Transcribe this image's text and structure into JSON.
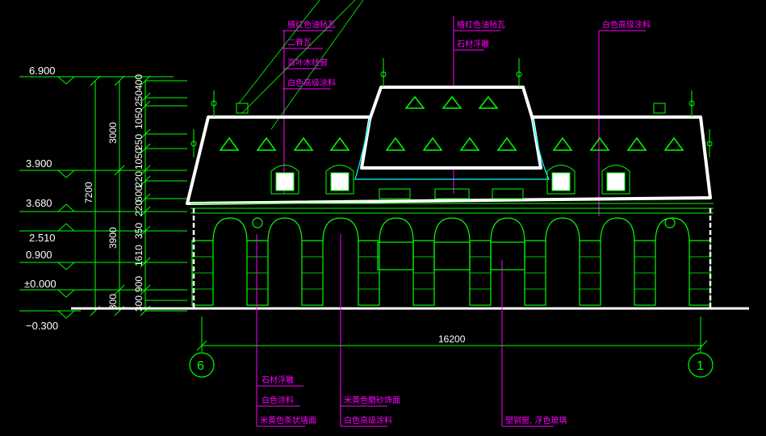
{
  "levels": [
    {
      "label": "6.900"
    },
    {
      "label": "3.900"
    },
    {
      "label": "3.680"
    },
    {
      "label": "2.510"
    },
    {
      "label": "0.900"
    },
    {
      "label": "±0.000"
    },
    {
      "label": "−0.300"
    }
  ],
  "dims_outer": [
    "7200"
  ],
  "dims_mid": [
    "3000",
    "3900",
    "300"
  ],
  "dims_inner": [
    "400",
    "250",
    "1050",
    "250",
    "1050",
    "220",
    "600",
    "220",
    "350",
    "1610",
    "900",
    "300"
  ],
  "overall_width": "16200",
  "axes": [
    "6",
    "1"
  ],
  "annotations_top_left": [
    "樯红色油毡瓦",
    "二脊瓦",
    "百叶木线窗",
    "白色高级涂料"
  ],
  "annotations_top_center": [
    "樯红色油毡瓦",
    "石材浮雕"
  ],
  "annotations_top_right": [
    "白色高级涂料"
  ],
  "annotations_bottom_left": [
    "石材浮雕",
    "白色涂料",
    "米黄色条状墙面"
  ],
  "annotations_bottom_mid": [
    "米黄色磨砂饰面",
    "白色高级涂料"
  ],
  "annotations_bottom_right": [
    "塑钢窗, 浮色玻璃"
  ],
  "colors": {
    "background": "#000000",
    "line": "#00ff00",
    "outline": "#ffffff",
    "leader": "#ff00ff",
    "accent": "#00ffff"
  }
}
